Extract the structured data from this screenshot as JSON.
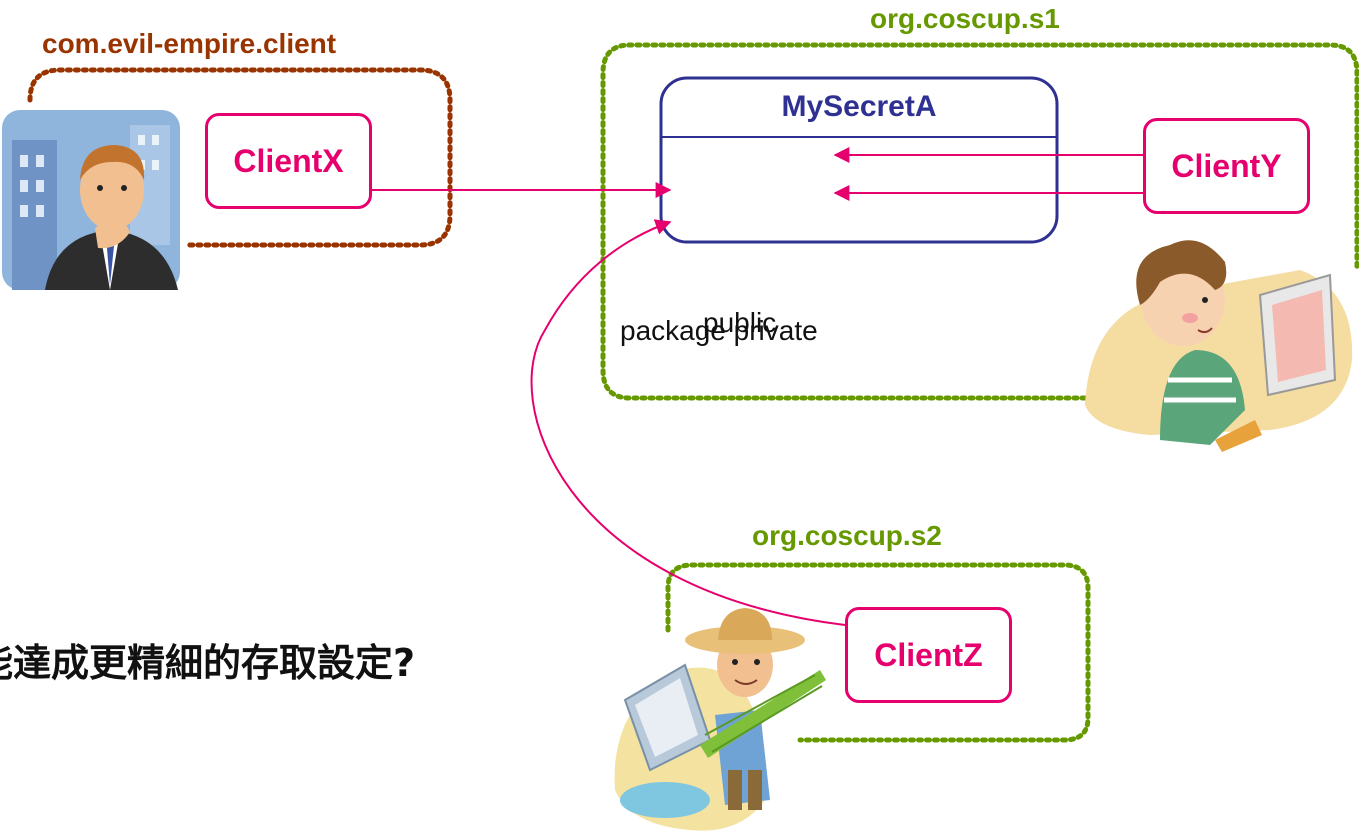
{
  "packages": {
    "evil": {
      "label": "com.evil-empire.client",
      "color": "#993300"
    },
    "s1": {
      "label": "org.coscup.s1",
      "color": "#669900"
    },
    "s2": {
      "label": "org.coscup.s2",
      "color": "#669900"
    }
  },
  "class_box": {
    "title": "MySecretA",
    "color": "#2e3192"
  },
  "clients": {
    "x": "ClientX",
    "y": "ClientY",
    "z": "ClientZ",
    "color": "#e6006e"
  },
  "annotations": {
    "text_a": "package private",
    "text_b": "public"
  },
  "question": "能達成更精細的存取設定?"
}
